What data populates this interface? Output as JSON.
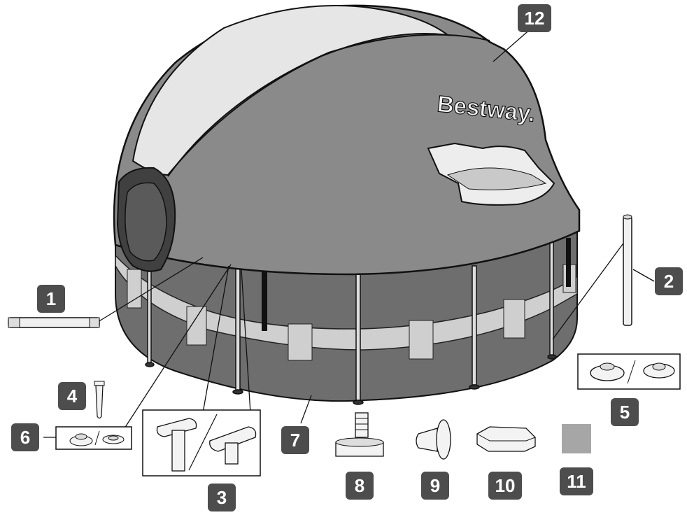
{
  "brand": "Bestway",
  "brand_dot": ".",
  "parts": [
    {
      "number": "1"
    },
    {
      "number": "2"
    },
    {
      "number": "3"
    },
    {
      "number": "4"
    },
    {
      "number": "5"
    },
    {
      "number": "6"
    },
    {
      "number": "7"
    },
    {
      "number": "8"
    },
    {
      "number": "9"
    },
    {
      "number": "10"
    },
    {
      "number": "11"
    },
    {
      "number": "12"
    }
  ],
  "colors": {
    "badge": "#4d4d4d",
    "canopy": "#8a8a8a",
    "canopy_light": "#e6e6e6",
    "pool_wall": "#6e6e6e",
    "belt": "#cfcfcf",
    "patch": "#a6a6a6"
  }
}
